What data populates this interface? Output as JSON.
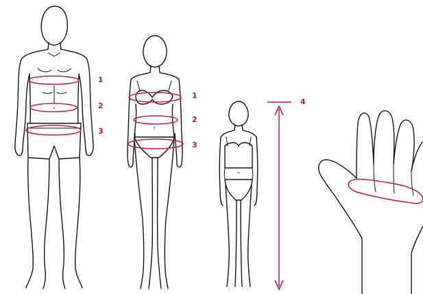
{
  "colors": {
    "accent": "#c8173f",
    "outline": "#111111"
  },
  "labels": {
    "man": [
      "1",
      "2",
      "3"
    ],
    "woman": [
      "1",
      "2",
      "3"
    ],
    "height": "4"
  },
  "icons": [
    "height-arrow-icon"
  ]
}
